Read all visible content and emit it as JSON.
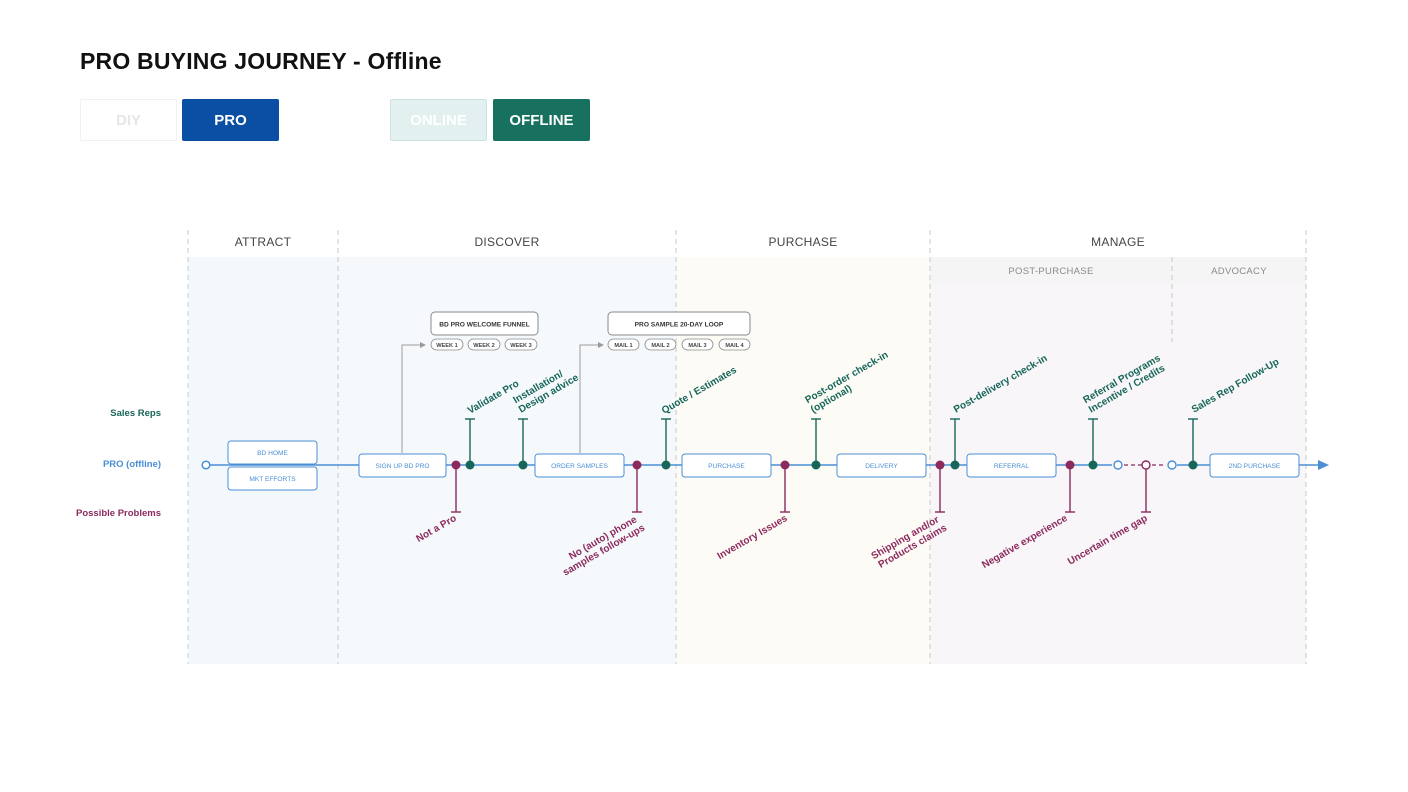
{
  "page": {
    "title": "PRO BUYING JOURNEY - Offline",
    "toggles": {
      "diy": "DIY",
      "pro": "PRO",
      "online": "ONLINE",
      "offline": "OFFLINE"
    }
  },
  "colors": {
    "pro_blue": "#0a4fa3",
    "line_blue": "#4a8fd6",
    "teal": "#17665a",
    "magenta": "#8c2a5e",
    "offline_green": "#18705f"
  },
  "stages": [
    "ATTRACT",
    "DISCOVER",
    "PURCHASE",
    "MANAGE"
  ],
  "substages": [
    "POST-PURCHASE",
    "ADVOCACY"
  ],
  "lanes": {
    "sales": "Sales Reps",
    "pro": "PRO (offline)",
    "problems": "Possible Problems"
  },
  "steps": {
    "bd_home": "BD HOME",
    "mkt_efforts": "MKT EFFORTS",
    "signup": "SIGN UP BD PRO",
    "order_samples": "ORDER SAMPLES",
    "purchase": "PURCHASE",
    "delivery": "DELIVERY",
    "referral": "REFERRAL",
    "second_purchase": "2ND PURCHASE"
  },
  "funnels": {
    "welcome": {
      "title": "BD PRO WELCOME FUNNEL",
      "pills": [
        "WEEK 1",
        "WEEK 2",
        "WEEK 3"
      ]
    },
    "sample": {
      "title": "PRO SAMPLE 20-DAY LOOP",
      "pills": [
        "MAIL 1",
        "MAIL 2",
        "MAIL 3",
        "MAIL 4"
      ]
    }
  },
  "touchpoints": [
    {
      "lines": [
        "Validate Pro"
      ]
    },
    {
      "lines": [
        "Installation/",
        "Design advice"
      ]
    },
    {
      "lines": [
        "Quote / Estimates"
      ]
    },
    {
      "lines": [
        "Post-order check-in",
        "(optional)"
      ]
    },
    {
      "lines": [
        "Post-delivery check-in"
      ]
    },
    {
      "lines": [
        "Referral Programs",
        "Incentive / Credits"
      ]
    },
    {
      "lines": [
        "Sales Rep Follow-Up"
      ]
    }
  ],
  "problems": [
    {
      "lines": [
        "Not a Pro"
      ]
    },
    {
      "lines": [
        "No (auto) phone",
        "samples follow-ups"
      ]
    },
    {
      "lines": [
        "Inventory Issues"
      ]
    },
    {
      "lines": [
        "Shipping and/or",
        "Products claims"
      ]
    },
    {
      "lines": [
        "Negative experience"
      ]
    },
    {
      "lines": [
        "Uncertain time gap"
      ]
    }
  ]
}
